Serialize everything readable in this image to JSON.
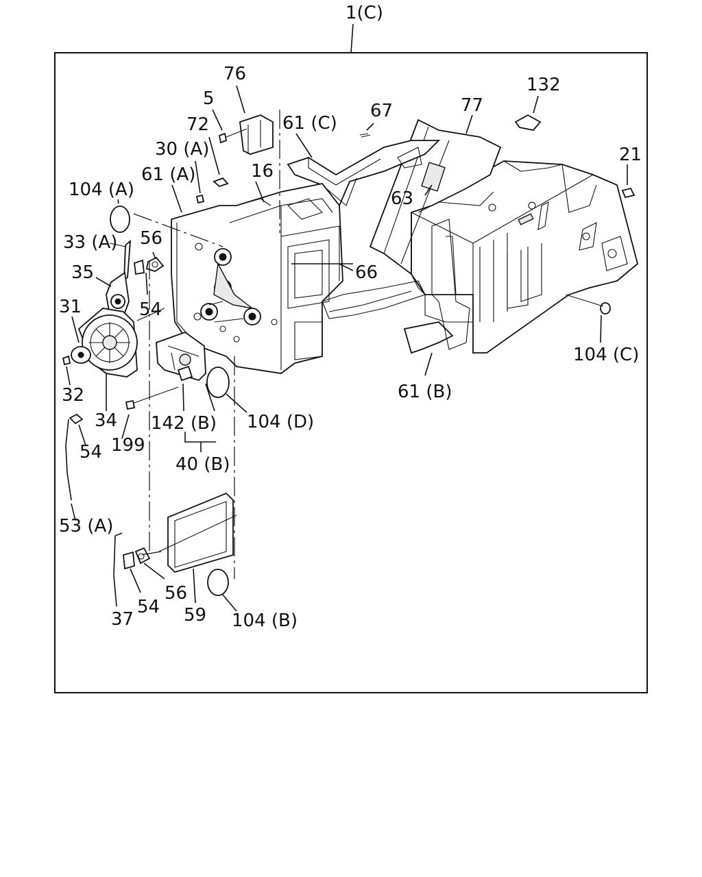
{
  "diagram": {
    "assembly_label": "1(C)",
    "colors": {
      "ink": "#111111",
      "background": "#ffffff"
    },
    "callouts": {
      "c76": "76",
      "c5": "5",
      "c72": "72",
      "c30a": "30 (A)",
      "c61c": "61 (C)",
      "c67": "67",
      "c77": "77",
      "c132": "132",
      "c21": "21",
      "c104a": "104 (A)",
      "c61a": "61 (A)",
      "c16": "16",
      "c63": "63",
      "c33a": "33 (A)",
      "c56a": "56",
      "c35": "35",
      "c54a": "54",
      "c66": "66",
      "c31": "31",
      "c104c": "104 (C)",
      "c32": "32",
      "c34": "34",
      "c199": "199",
      "c142b": "142 (B)",
      "c104d": "104 (D)",
      "c61b": "61 (B)",
      "c54b": "54",
      "c40b": "40 (B)",
      "c53a": "53 (A)",
      "c37": "37",
      "c54c": "54",
      "c56b": "56",
      "c59": "59",
      "c104b": "104 (B)"
    }
  }
}
